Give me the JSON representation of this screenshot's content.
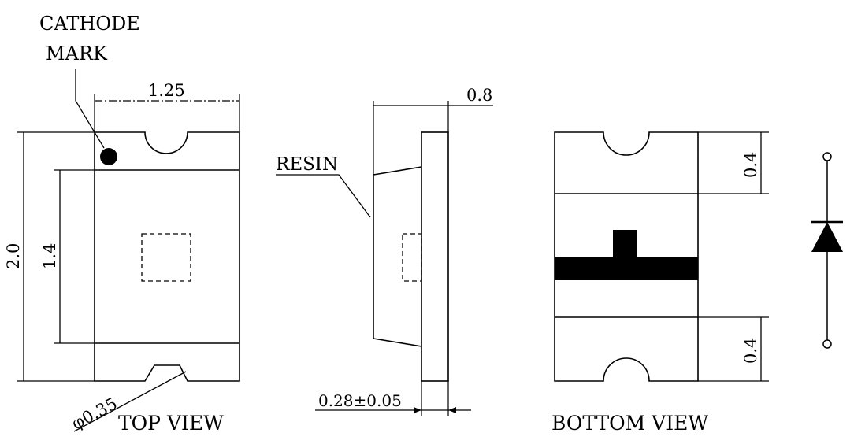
{
  "labels": {
    "cathode_line1": "CATHODE",
    "cathode_line2": "MARK",
    "dim_width_top": "1.25",
    "dim_height": "2.0",
    "dim_inner_height": "1.4",
    "dim_hole": "φ0.35",
    "dim_depth": "0.8",
    "resin": "RESIN",
    "dim_thickness": "0.28±0.05",
    "dim_pad_top": "0.4",
    "dim_pad_bottom": "0.4",
    "top_view": "TOP VIEW",
    "bottom_view": "BOTTOM VIEW"
  },
  "colors": {
    "ink": "#000000",
    "paper": "#ffffff"
  }
}
